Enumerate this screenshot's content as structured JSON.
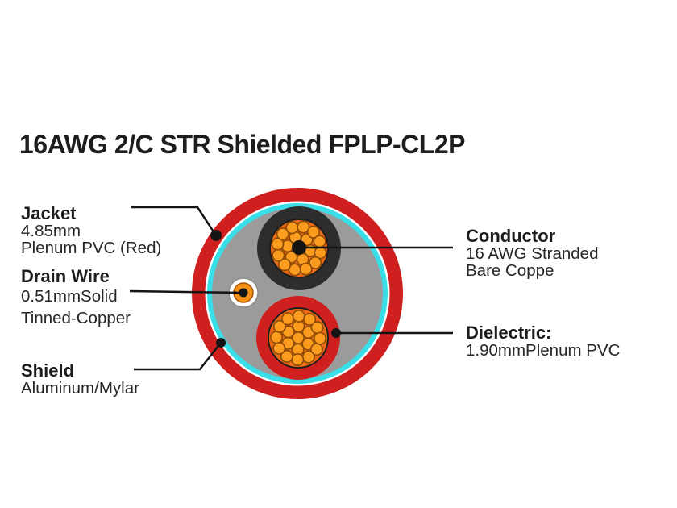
{
  "title": "16AWG 2/C STR Shielded FPLP-CL2P",
  "labels": {
    "jacket": {
      "heading": "Jacket",
      "line1": "4.85mm",
      "line2": "Plenum PVC (Red)"
    },
    "drain_wire": {
      "heading": "Drain Wire",
      "line1": "0.51mmSolid",
      "line2": "Tinned-Copper"
    },
    "shield": {
      "heading": "Shield",
      "line1": "Aluminum/Mylar"
    },
    "conductor": {
      "heading": "Conductor",
      "line1": "16 AWG Stranded",
      "line2": "Bare Coppe"
    },
    "dielectric": {
      "heading": "Dielectric:",
      "line1": "1.90mmPlenum PVC"
    }
  },
  "colors": {
    "jacket_red": "#d01f1f",
    "shield_cyan": "#38dfe8",
    "filler_gray": "#9b9b9b",
    "insulation_black": "#2d2d2d",
    "conductor_orange": "#ee6a15",
    "strand_orange": "#fb9c1f",
    "drain_orange": "#f49018",
    "line_black": "#141414",
    "text": "#1d1d1d"
  }
}
